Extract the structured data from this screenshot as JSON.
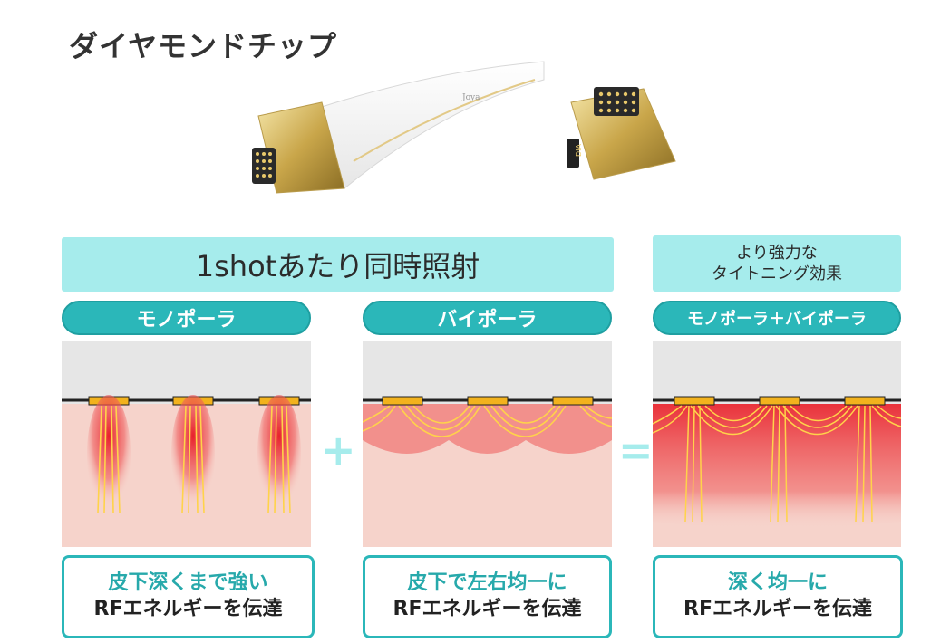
{
  "header": {
    "title": "ダイヤモンドチップ"
  },
  "banners": {
    "main": "1shotあたり同時照射",
    "side_line1": "より強力な",
    "side_line2": "タイトニング効果"
  },
  "modes": [
    {
      "label": "モノポーラ"
    },
    {
      "label": "バイポーラ"
    },
    {
      "label": "モノポーラ＋バイポーラ"
    }
  ],
  "operators": {
    "plus": "+",
    "equals": "="
  },
  "captions": [
    {
      "highlight": "皮下深くまで強い",
      "text": "RFエネルギーを伝達"
    },
    {
      "highlight": "皮下で左右均一に",
      "text": "RFエネルギーを伝達"
    },
    {
      "highlight": "深く均一に",
      "text": "RFエネルギーを伝達"
    }
  ],
  "product": {
    "brand_mark": "Joya",
    "tip_label": "DIA"
  },
  "colors": {
    "teal": "#2bb7b9",
    "light_teal": "#a6ecec",
    "skin": "#f6d3cb",
    "electrode": "#f2b21d",
    "energy_red": "#e8202a"
  }
}
